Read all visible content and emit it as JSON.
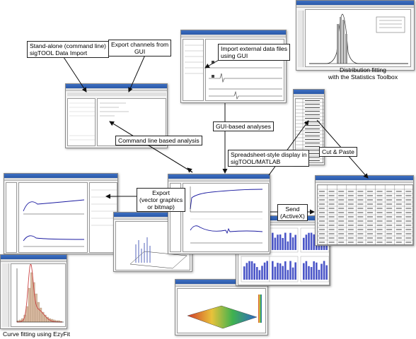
{
  "callouts": {
    "standalone": [
      "Stand-alone (command line)",
      "sigTOOL Data Import"
    ],
    "export_channels": [
      "Export channels from",
      "GUI"
    ],
    "import_external": [
      "Import external data files",
      "using GUI"
    ],
    "gui_analyses": "GUI-based analyses",
    "command_line": "Command line based analysis",
    "spreadsheet": [
      "Spreadsheet-style display in",
      "sigTOOL/MATLAB"
    ],
    "cut_paste": "Cut & Paste",
    "export": [
      "Export",
      "(vector graphics",
      "or bitmap)"
    ],
    "send": [
      "Send",
      "(ActiveX)"
    ]
  },
  "captions": {
    "distribution": [
      "Distribution fitting",
      "with the Statistics Toolbox"
    ],
    "curve": "Curve fitting using EzyFit"
  },
  "colors": {
    "titlebar": "#2a58a8",
    "trace_blue": "#1a1aa0",
    "bar_blue": "#4b56c8",
    "fit_red": "#c44",
    "hist_tan": "#d8b9a0"
  }
}
